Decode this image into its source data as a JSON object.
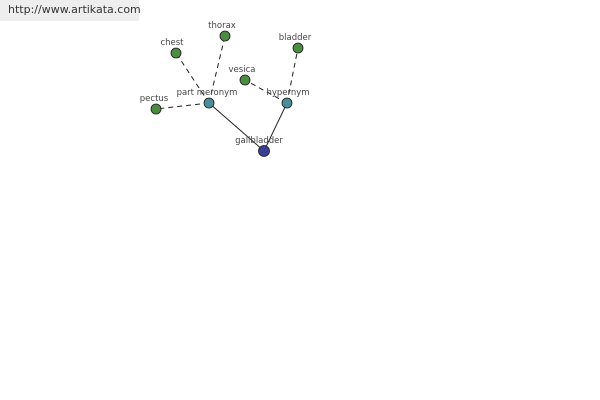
{
  "site": {
    "url": "http://www.artikata.com"
  },
  "colors": {
    "leaf": "#4e8a43",
    "relation": "#4a8e9a",
    "root": "#3a3f93",
    "edge": "#222222",
    "node_stroke": "#1a1a1a"
  },
  "nodes": {
    "gallbladder": {
      "label": "gallbladder",
      "kind": "root"
    },
    "part_meronym": {
      "label": "part meronym",
      "kind": "relation"
    },
    "hypernym": {
      "label": "hypernym",
      "kind": "relation"
    },
    "chest": {
      "label": "chest",
      "kind": "leaf"
    },
    "thorax": {
      "label": "thorax",
      "kind": "leaf"
    },
    "pectus": {
      "label": "pectus",
      "kind": "leaf"
    },
    "vesica": {
      "label": "vesica",
      "kind": "leaf"
    },
    "bladder": {
      "label": "bladder",
      "kind": "leaf"
    }
  },
  "edges": [
    {
      "from": "gallbladder",
      "to": "part_meronym",
      "style": "solid"
    },
    {
      "from": "gallbladder",
      "to": "hypernym",
      "style": "solid"
    },
    {
      "from": "part_meronym",
      "to": "chest",
      "style": "dashed"
    },
    {
      "from": "part_meronym",
      "to": "thorax",
      "style": "dashed"
    },
    {
      "from": "part_meronym",
      "to": "pectus",
      "style": "dashed"
    },
    {
      "from": "hypernym",
      "to": "vesica",
      "style": "dashed"
    },
    {
      "from": "hypernym",
      "to": "bladder",
      "style": "dashed"
    }
  ]
}
